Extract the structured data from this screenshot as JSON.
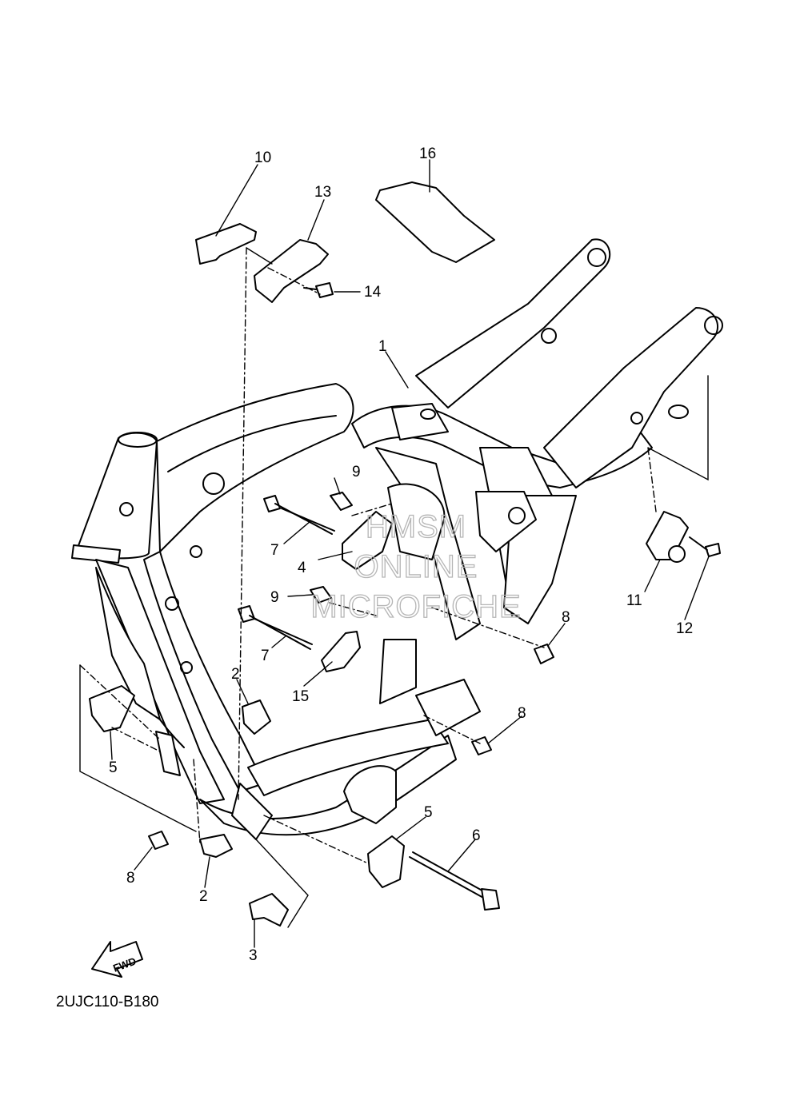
{
  "callouts": {
    "c1": "1",
    "c2a": "2",
    "c2b": "2",
    "c3": "3",
    "c4": "4",
    "c5a": "5",
    "c5b": "5",
    "c6": "6",
    "c7a": "7",
    "c7b": "7",
    "c8a": "8",
    "c8b": "8",
    "c8c": "8",
    "c9a": "9",
    "c9b": "9",
    "c10": "10",
    "c11": "11",
    "c12": "12",
    "c13": "13",
    "c14": "14",
    "c15": "15",
    "c16": "16"
  },
  "watermark": [
    "HMSM",
    "ONLINE",
    "MICROFICHE"
  ],
  "direction_label": "FWD",
  "diagram_code": "2UJC110-B180"
}
